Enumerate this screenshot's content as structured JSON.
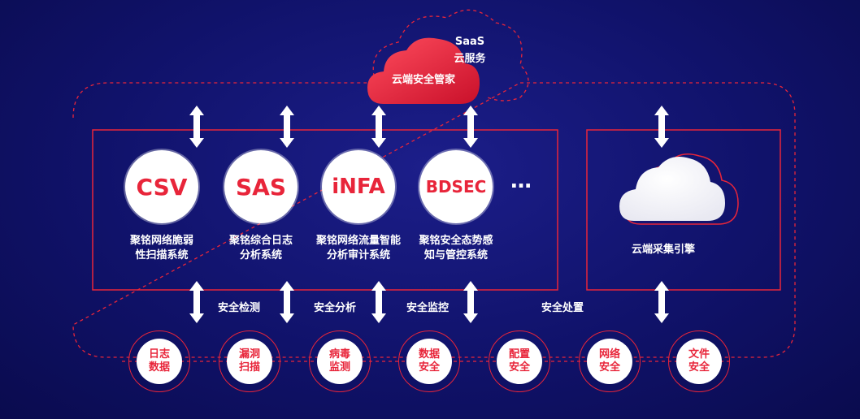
{
  "cloud_service": {
    "title": "云端安全管家",
    "saas_label": "SaaS",
    "saas_sublabel": "云服务"
  },
  "products": [
    {
      "badge": "CSV",
      "name_line1": "聚铭网络脆弱",
      "name_line2": "性扫描系统"
    },
    {
      "badge": "SAS",
      "name_line1": "聚铭综合日志",
      "name_line2": "分析系统"
    },
    {
      "badge": "iNFA",
      "name_line1": "聚铭网络流量智能",
      "name_line2": "分析审计系统"
    },
    {
      "badge": "BDSEC",
      "name_line1": "聚铭安全态势感",
      "name_line2": "知与管控系统"
    }
  ],
  "more_indicator": "…",
  "cloud_engine": {
    "name": "云端采集引擎"
  },
  "capabilities": [
    "安全检测",
    "安全分析",
    "安全监控",
    "安全处置"
  ],
  "modules": [
    {
      "line1": "日志",
      "line2": "数据"
    },
    {
      "line1": "漏洞",
      "line2": "扫描"
    },
    {
      "line1": "病毒",
      "line2": "监测"
    },
    {
      "line1": "数据",
      "line2": "安全"
    },
    {
      "line1": "配置",
      "line2": "安全"
    },
    {
      "line1": "网络",
      "line2": "安全"
    },
    {
      "line1": "文件",
      "line2": "安全"
    }
  ],
  "colors": {
    "background": "#10126a",
    "accent_red": "#e8253a",
    "white": "#ffffff"
  }
}
